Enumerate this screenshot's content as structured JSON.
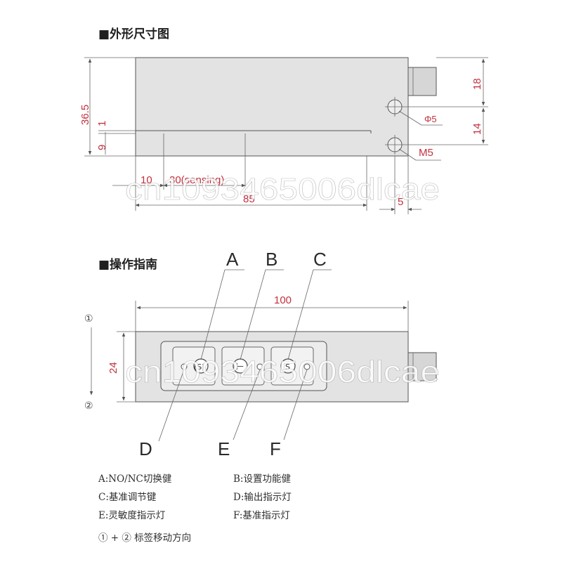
{
  "colors": {
    "dimension_text": "#c2313e",
    "body_fill": "#e3e3e3",
    "outline": "#555555"
  },
  "section1": {
    "title": "■外形尺寸图",
    "dims": {
      "h_total": "36.5",
      "h_1": "1",
      "h_9": "9",
      "w_10": "10",
      "w_30": "30(sensing)",
      "w_85": "85",
      "w_5": "5",
      "r_18": "18",
      "r_14": "14",
      "phi5": "Φ5",
      "m5": "M5"
    }
  },
  "section2": {
    "title": "■操作指南",
    "dims": {
      "w_100": "100",
      "h_24": "24"
    },
    "arrow_labels": {
      "one": "①",
      "two": "②"
    },
    "callouts": {
      "a": "A",
      "b": "B",
      "c": "C",
      "d": "D",
      "e": "E",
      "f": "F"
    },
    "buttons": {
      "a_glyph": "(S)",
      "b_glyph": "⊢",
      "c_glyph": "S"
    }
  },
  "legend": {
    "a": "A:NO/NC切换健",
    "b": "B:设置功能健",
    "c": "C:基准调节键",
    "d": "D:输出指示灯",
    "e": "E:灵敏度指示灯",
    "f": "F:基准指示灯",
    "note": "① + ② 标签移动方向"
  },
  "watermark": "cn1093465006dlcae"
}
